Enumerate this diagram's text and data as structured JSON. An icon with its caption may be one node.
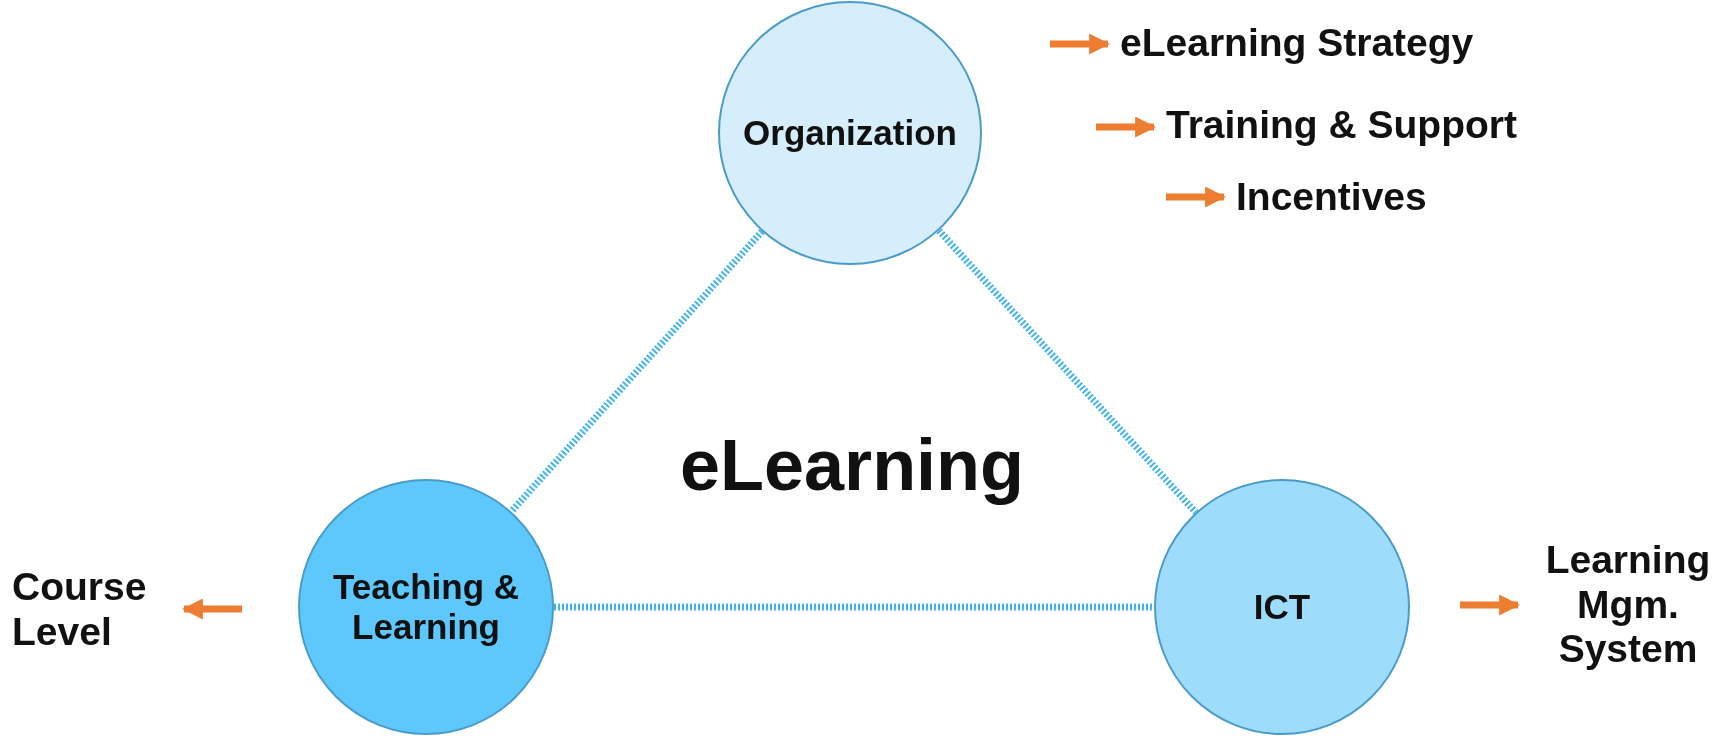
{
  "diagram": {
    "nodes": [
      {
        "text": [
          "Organization"
        ]
      },
      {
        "text": [
          "eLearning Strategy"
        ]
      },
      {
        "text": [
          "Training & Support"
        ]
      },
      {
        "text": [
          "Incentives"
        ]
      },
      {
        "text": [
          "Course Level"
        ]
      },
      {
        "text": [
          "Teaching & Learning"
        ]
      },
      {
        "text": [
          "ICT"
        ]
      },
      {
        "text": [
          "Learning Mgm. System"
        ]
      }
    ],
    "edges": [
      {
        "from": 0,
        "to": 5,
        "arrow": "none",
        "style": "dashed",
        "color": "#3fb4f0"
      },
      {
        "from": 0,
        "to": 6,
        "arrow": "none",
        "style": "dashed",
        "color": "#3fb4f0"
      },
      {
        "from": 5,
        "to": 6,
        "arrow": "none",
        "style": "dashed",
        "color": "#3fb4f0"
      },
      {
        "from": null,
        "to": 1,
        "arrow": "to"
      },
      {
        "from": null,
        "to": 2,
        "arrow": "to"
      },
      {
        "from": null,
        "to": 3,
        "arrow": "to"
      },
      {
        "from": null,
        "to": 4,
        "arrow": "to"
      },
      {
        "from": null,
        "to": 7,
        "arrow": "to"
      }
    ],
    "labels": [
      "eLearning"
    ]
  }
}
